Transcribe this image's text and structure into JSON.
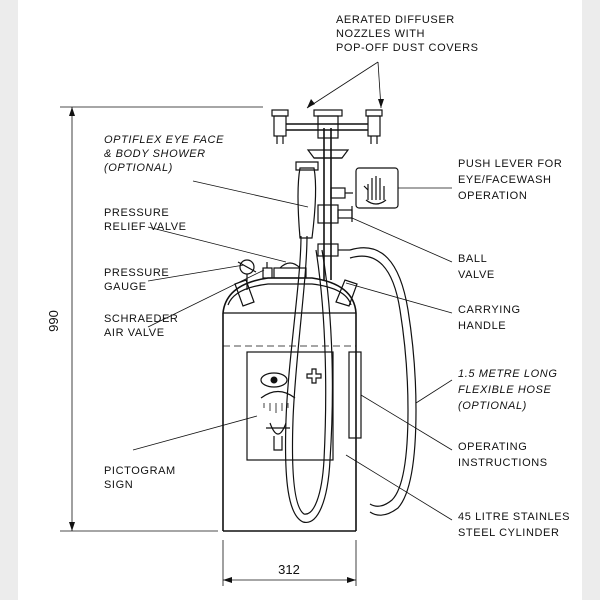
{
  "labels": {
    "aerated_diffuser": [
      "AERATED DIFFUSER",
      "NOZZLES WITH",
      "POP-OFF DUST COVERS"
    ],
    "optiflex": [
      "OPTIFLEX EYE FACE",
      "& BODY SHOWER",
      "(OPTIONAL)"
    ],
    "pressure_relief": [
      "PRESSURE",
      "RELIEF VALVE"
    ],
    "pressure_gauge": [
      "PRESSURE",
      "GAUGE"
    ],
    "schraeder": [
      "SCHRAEDER",
      "AIR VALVE"
    ],
    "pictogram": [
      "PICTOGRAM",
      "SIGN"
    ],
    "push_lever": [
      "PUSH LEVER FOR",
      "EYE/FACEWASH",
      "OPERATION"
    ],
    "ball_valve": [
      "BALL",
      "VALVE"
    ],
    "carrying_handle": [
      "CARRYING",
      "HANDLE"
    ],
    "hose": [
      "1.5 METRE LONG",
      "FLEXIBLE HOSE",
      "(OPTIONAL)"
    ],
    "operating_instructions": [
      "OPERATING",
      "INSTRUCTIONS"
    ],
    "cylinder": [
      "45 LITRE STAINLES",
      "STEEL CYLINDER"
    ]
  },
  "dimensions": {
    "height": "990",
    "width": "312"
  }
}
